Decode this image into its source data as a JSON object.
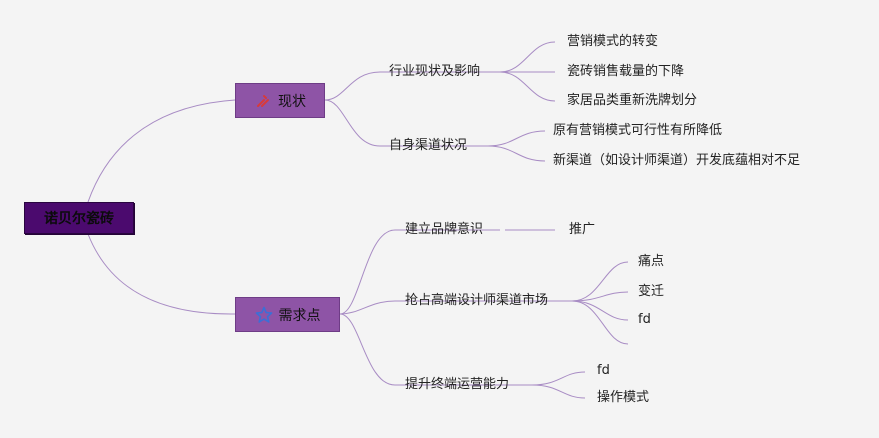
{
  "root": {
    "label": "诺贝尔瓷砖"
  },
  "topics": [
    {
      "label": "现状",
      "icon": "tools-icon",
      "children": [
        {
          "label": "行业现状及影响",
          "children": [
            "营销模式的转变",
            "瓷砖销售载量的下降",
            "家居品类重新洗牌划分"
          ]
        },
        {
          "label": "自身渠道状况",
          "children": [
            "原有营销模式可行性有所降低",
            "新渠道（如设计师渠道）开发底蕴相对不足"
          ]
        }
      ]
    },
    {
      "label": "需求点",
      "icon": "star-icon",
      "children": [
        {
          "label": "建立品牌意识",
          "children": [
            "推广"
          ]
        },
        {
          "label": "抢占高端设计师渠道市场",
          "children": [
            "痛点",
            "变迁",
            "fd",
            ""
          ]
        },
        {
          "label": "提升终端运营能力",
          "children": [
            "fd",
            "操作模式"
          ]
        }
      ]
    }
  ],
  "colors": {
    "line": "#a88cc4",
    "root": "#4b0a6e",
    "topic": "#8e54a6",
    "background": "#f4f4f4"
  }
}
